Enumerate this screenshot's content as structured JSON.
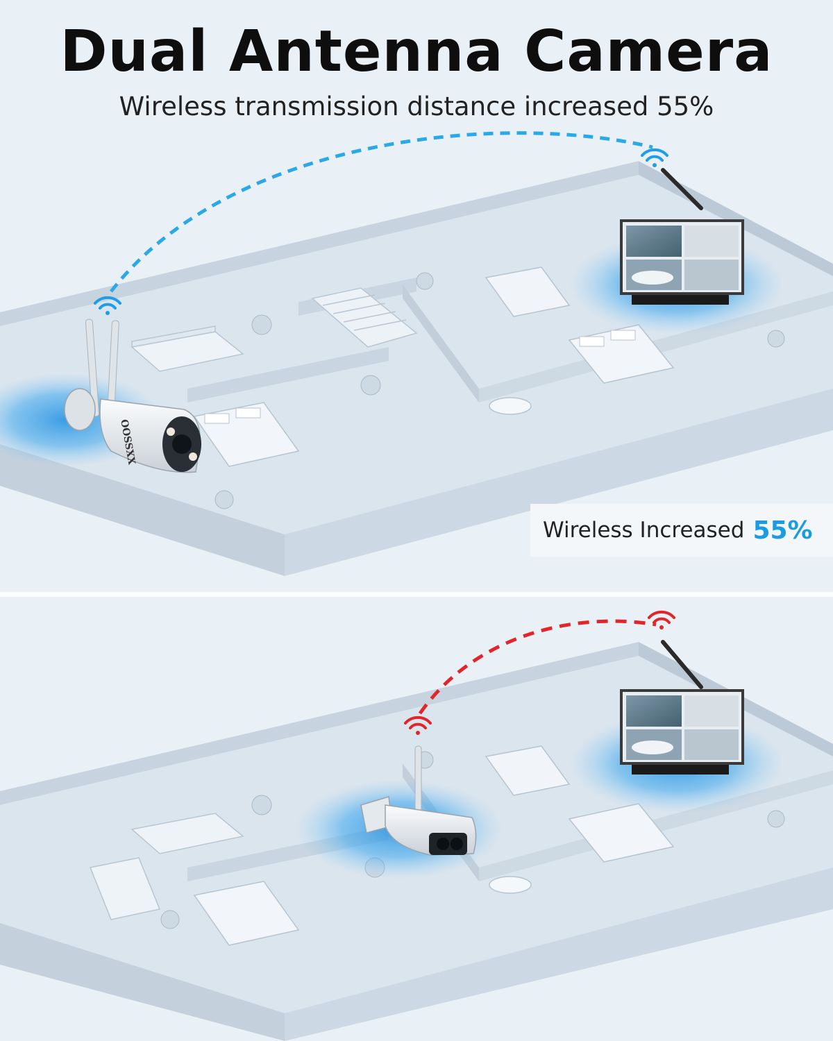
{
  "headline": "Dual Antenna Camera",
  "subheadline": "Wireless transmission distance increased 55%",
  "badge": {
    "label": "Wireless Increased",
    "percent": "55%"
  },
  "brand": "OOSSXX",
  "colors": {
    "background": "#e9f0f6",
    "accent_blue": "#1a9be3",
    "signal_blue": "#2aa8e8",
    "signal_red": "#e0262b",
    "floor": "#dde7f0",
    "wall": "#cfdbe6"
  },
  "icons": [
    "wifi-icon-blue",
    "wifi-icon-red",
    "dual-antenna-camera",
    "single-antenna-camera",
    "nvr-monitor"
  ]
}
